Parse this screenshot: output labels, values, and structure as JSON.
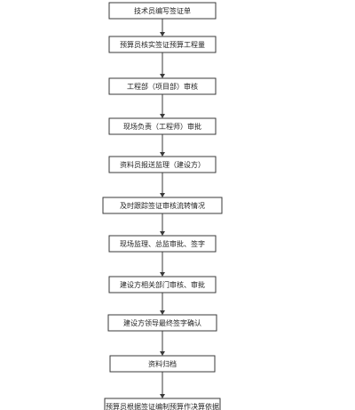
{
  "flowchart": {
    "steps": [
      "技术员编写签证单",
      "预算员核实签证预算工程量",
      "工程部（项目部）审核",
      "现场负责（工程师）审批",
      "资料员报送监理（建设方）",
      "及时跟踪签证审核流转情况",
      "现场监理、总监审批、签字",
      "建设方相关部门审核、审批",
      "建设方领导最终签字确认",
      "资料归档",
      "预算员根据签证编制预算作决算依据"
    ]
  }
}
